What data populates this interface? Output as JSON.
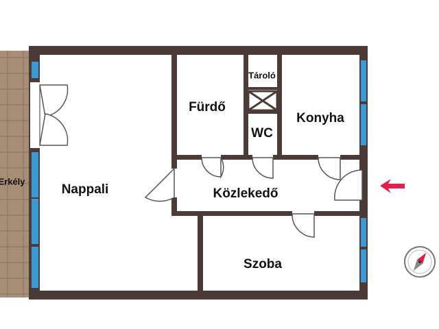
{
  "rooms": {
    "nappali": "Nappali",
    "furdo": "Fürdő",
    "tarolo": "Tároló",
    "wc": "WC",
    "konyha": "Konyha",
    "kozlekedo": "Közlekedő",
    "szoba": "Szoba",
    "erkely": "Erkély"
  },
  "colors": {
    "wall": "#4a3b38",
    "window": "#3b9ad6",
    "balcony": "#a88e77",
    "balcony_grout": "#8a735f",
    "arrow": "#e0204a",
    "door": "#555555"
  },
  "icons": {
    "entrance": "entrance-arrow-icon",
    "compass": "compass-icon"
  }
}
